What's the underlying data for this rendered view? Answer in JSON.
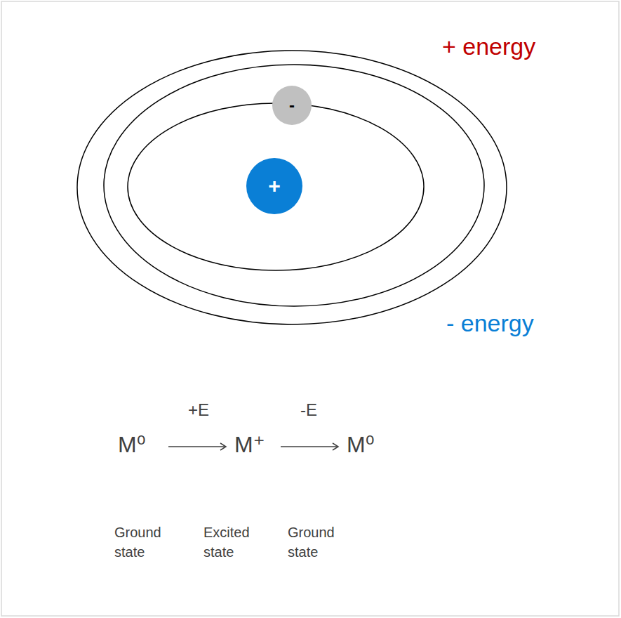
{
  "diagram": {
    "nodes": [
      {
        "text": [
          "-"
        ]
      },
      {
        "text": [
          "+"
        ]
      }
    ],
    "labels": [
      "+ energy",
      "- energy",
      "+E",
      "-E",
      "M⁰",
      "M⁺",
      "M⁰",
      "Ground state",
      "Excited state",
      "Ground state"
    ]
  }
}
